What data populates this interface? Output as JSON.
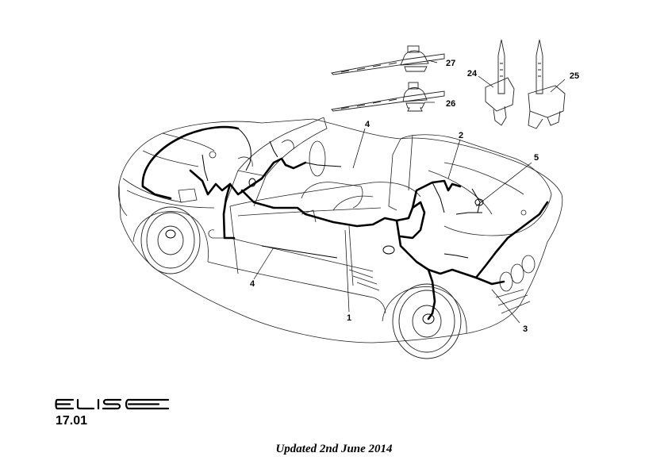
{
  "brand": {
    "logo_text": "ELISE"
  },
  "page_reference": "17.01",
  "footer_note": "Updated 2nd June 2014",
  "callouts": {
    "c1": "1",
    "c2": "2",
    "c3": "3",
    "c4a": "4",
    "c4b": "4",
    "c5": "5",
    "c24": "24",
    "c25": "25",
    "c26": "26",
    "c27": "27"
  }
}
